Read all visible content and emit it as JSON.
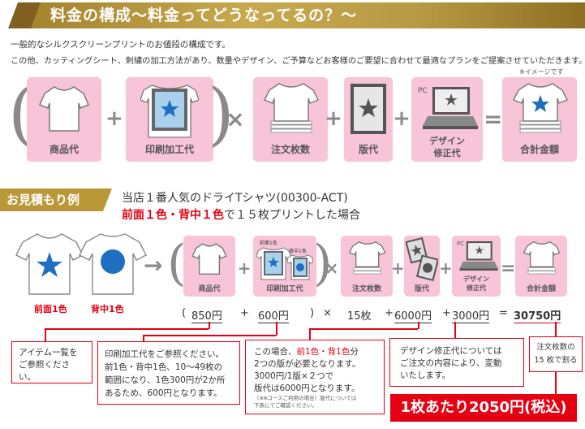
{
  "header": {
    "title": "料金の構成〜料金ってどうなってるの？〜"
  },
  "intro": {
    "line1": "一般的なシルクスクリーンプリントのお値段の構成です。",
    "line2": "この他、カッティングシート、刺繍の加工方法があり、数量やデザイン、ご予算などお客様のご要望に合わせて最適なプランをご提案させていただきます。",
    "image_note": "※イメージです"
  },
  "formula": {
    "items": [
      {
        "label": "商品代"
      },
      {
        "label": "印刷加工代"
      },
      {
        "label": "注文枚数"
      },
      {
        "label": "版代"
      },
      {
        "label": "デザイン",
        "label2": "修正代",
        "pc_label": "PC"
      },
      {
        "label": "合計金額"
      }
    ],
    "ops": {
      "open": "(",
      "plus": "+",
      "close": ")",
      "times": "×",
      "equals": "="
    }
  },
  "estimate": {
    "tag": "お見積もり例",
    "line1": "当店１番人気のドライTシャツ(00300-ACT)",
    "line2_red": "前面１色・背中１色",
    "line2_rest": "で１５枚プリントした場合",
    "front_label": "前面1色",
    "back_label": "背中1色",
    "arrow": "→",
    "mini": {
      "items": [
        {
          "label": "商品代"
        },
        {
          "label": "印刷加工代",
          "front": "前面1色",
          "back": "背中1色"
        },
        {
          "label": "注文枚数"
        },
        {
          "label": "版代"
        },
        {
          "label": "デザイン",
          "label2": "修正代",
          "pc_label": "PC"
        },
        {
          "label": "合計金額"
        }
      ]
    },
    "calc": {
      "open": "(",
      "item_price": "850円",
      "plus1": "+",
      "print_price": "600円",
      "close": ")",
      "times": "×",
      "qty": "15枚",
      "plus2": "+",
      "plate": "6000円",
      "plus3": "+",
      "design": "3000円",
      "equals": "=",
      "total": "30750円"
    },
    "callouts": {
      "item": [
        "アイテム一覧を",
        "ご参照ください。"
      ],
      "print": [
        "印刷加工代をご参照ください。",
        "前1色・背中1色、10〜49枚の",
        "範囲になり、1色300円が2か所",
        "あるため、600円となります。"
      ],
      "plate_a": "この場合、",
      "plate_red": "前1色・背1色",
      "plate_b": "分",
      "plate_lines": [
        "2つの版が必要となります。",
        "3000円/1版×２つで",
        "版代は6000円となります。"
      ],
      "plate_note": [
        "（※Aコースご利用の場合）版代については",
        "下表にてご確認ください。"
      ],
      "design": [
        "デザイン修正代については",
        "ご注文の内容により、変動",
        "いたします。"
      ],
      "qty": [
        "注文枚数の",
        "15 枚で割る"
      ]
    },
    "final": "1枚あたり2050円(税込)"
  },
  "colors": {
    "pink": "#f7c4d8",
    "red": "#e50012",
    "gold": "#b99837",
    "blue": "#1f6fc0"
  }
}
